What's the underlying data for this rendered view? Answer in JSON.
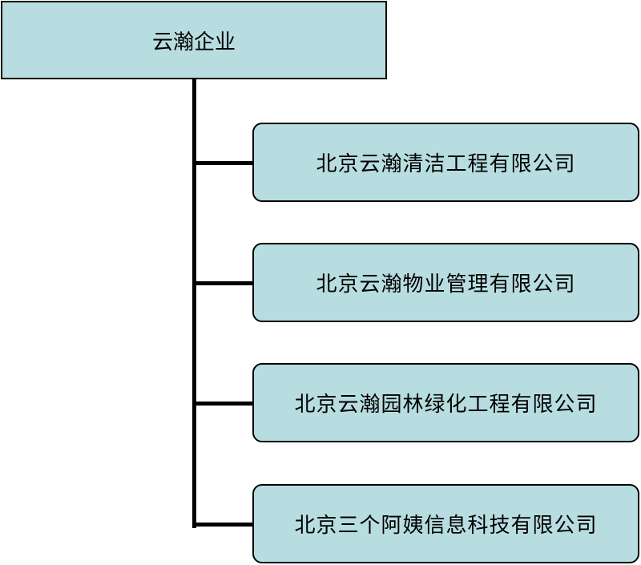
{
  "root": {
    "label": "云瀚企业"
  },
  "children": [
    {
      "label": "北京云瀚清洁工程有限公司"
    },
    {
      "label": "北京云瀚物业管理有限公司"
    },
    {
      "label": "北京云瀚园林绿化工程有限公司"
    },
    {
      "label": "北京三个阿姨信息科技有限公司"
    }
  ],
  "colors": {
    "node_fill": "#b8dde0",
    "line": "#000000"
  }
}
